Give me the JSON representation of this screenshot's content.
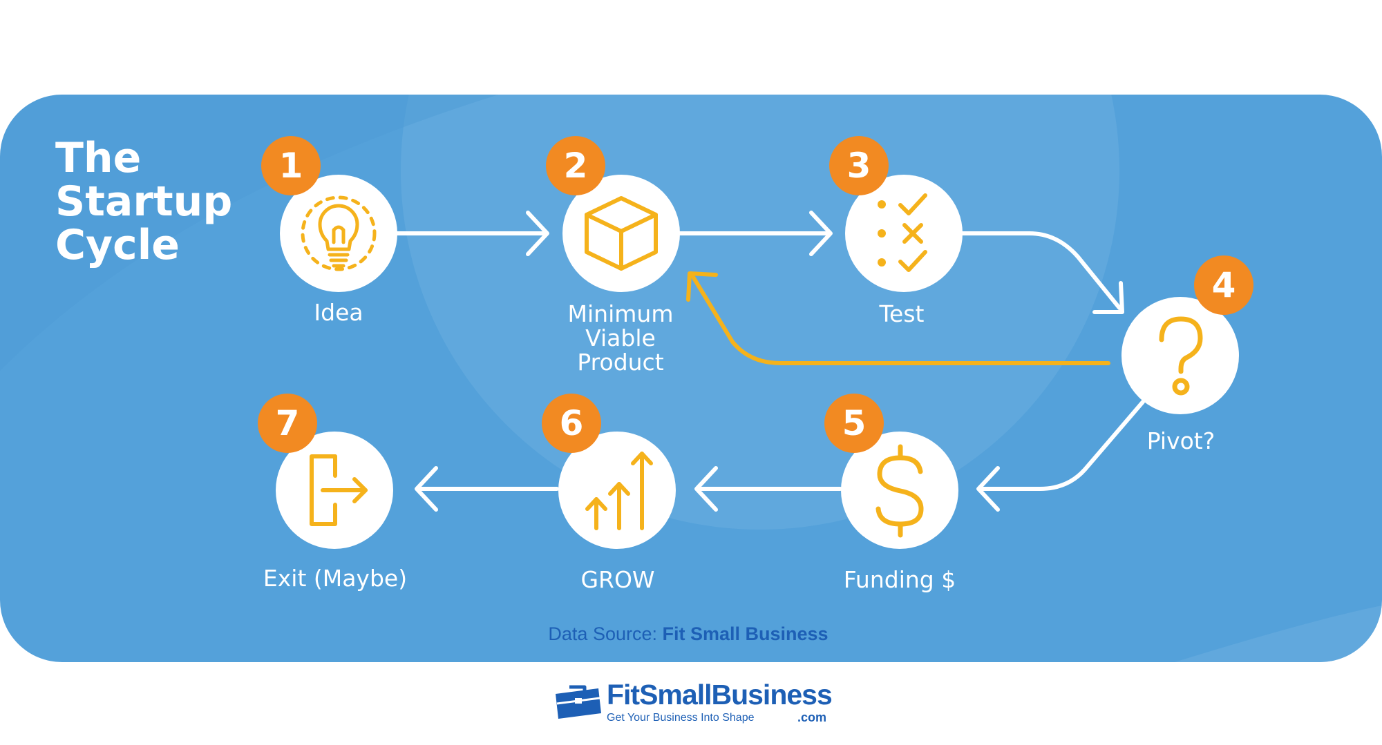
{
  "title_lines": [
    "The",
    "Startup",
    "Cycle"
  ],
  "steps": [
    {
      "number": "1",
      "label_lines": [
        "Idea"
      ],
      "icon": "lightbulb-icon"
    },
    {
      "number": "2",
      "label_lines": [
        "Minimum",
        "Viable",
        "Product"
      ],
      "icon": "box-icon"
    },
    {
      "number": "3",
      "label_lines": [
        "Test"
      ],
      "icon": "checklist-icon"
    },
    {
      "number": "4",
      "label_lines": [
        "Pivot?"
      ],
      "icon": "question-mark-icon"
    },
    {
      "number": "5",
      "label_lines": [
        "Funding $"
      ],
      "icon": "dollar-sign-icon"
    },
    {
      "number": "6",
      "label_lines": [
        "GROW"
      ],
      "icon": "growth-arrows-icon"
    },
    {
      "number": "7",
      "label_lines": [
        "Exit (Maybe)"
      ],
      "icon": "exit-door-icon"
    }
  ],
  "source": {
    "prefix": "Data Source: ",
    "name": "Fit Small Business"
  },
  "logo": {
    "name": "FitSmallBusiness",
    "tagline": "Get Your Business Into Shape",
    "suffix": ".com"
  },
  "colors": {
    "panel": "#54a1da",
    "badge": "#f28a22",
    "icon": "#f5b21b",
    "pivot_arrow": "#f5b21b",
    "brand": "#1d5fb5"
  }
}
